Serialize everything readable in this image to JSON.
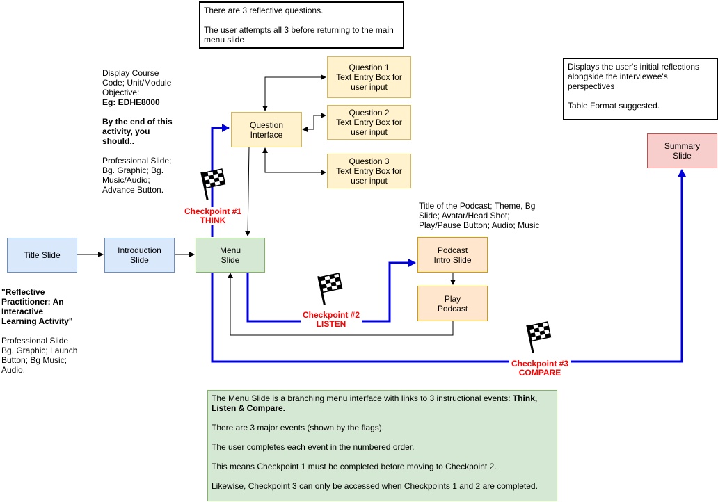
{
  "nodes": {
    "title_slide": "Title Slide",
    "introduction_slide": "Introduction\nSlide",
    "menu_slide": "Menu\nSlide",
    "question_interface": "Question\nInterface",
    "question1": "Question 1\nText Entry Box for\nuser input",
    "question2": "Question 2\nText Entry Box for\nuser input",
    "question3": "Question 3\nText Entry Box for\nuser input",
    "podcast_intro": "Podcast\nIntro Slide",
    "play_podcast": "Play\nPodcast",
    "summary_slide": "Summary\nSlide"
  },
  "notes": {
    "title_quote": "\"Reflective Practitioner: An Interactive Learning Activity\"",
    "title_details": "Professional Slide Bg. Graphic; Launch Button; Bg Music; Audio.",
    "intro_display": "Display Course Code; Unit/Module Objective:",
    "intro_eg": "Eg: EDHE8000",
    "intro_objective": "By the end of this activity, you should..",
    "intro_details": "Professional Slide; Bg. Graphic; Bg. Music/Audio; Advance Button.",
    "podcast_details": "Title of the Podcast; Theme, Bg Slide; Avatar/Head Shot; Play/Pause Button; Audio; Music"
  },
  "reflective_box": {
    "line1": "There are 3 reflective questions.",
    "line2": "The user attempts all 3 before returning to the main menu slide"
  },
  "summary_box": {
    "line1": "Displays the user's initial reflections alongside the interviewee's perspectives",
    "line2": "Table Format suggested."
  },
  "checkpoints": {
    "cp1_title": "Checkpoint #1",
    "cp1_label": "THINK",
    "cp2_title": "Checkpoint #2",
    "cp2_label": "LISTEN",
    "cp3_title": "Checkpoint #3",
    "cp3_label": "COMPARE"
  },
  "menu_box": {
    "intro": "The Menu Slide is a branching menu interface with links to 3 instructional events: ",
    "intro_bold": "Think, Listen & Compare.",
    "p2": "There are 3 major events (shown by the flags).",
    "p3": "The user completes each event in the numbered order.",
    "p4": "This means Checkpoint 1 must be completed before moving to Checkpoint 2.",
    "p5": "Likewise, Checkpoint 3 can only be accessed when Checkpoints 1 and 2 are completed."
  },
  "colors": {
    "checkpoint_line": "#0000dd",
    "checkpoint_text": "#ff0000"
  },
  "icons": [
    "checkered-flag-icon"
  ]
}
